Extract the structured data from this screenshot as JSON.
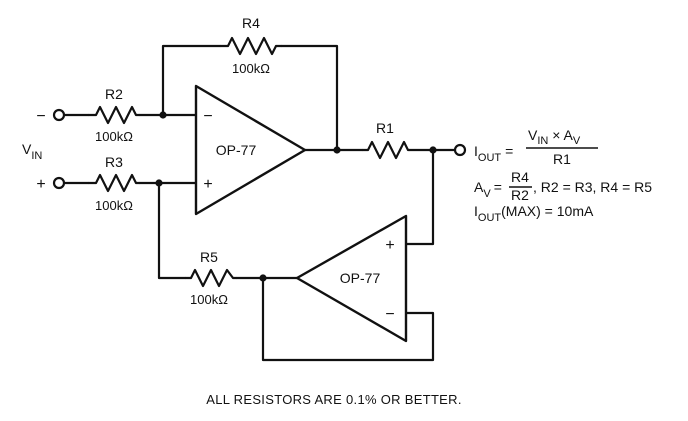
{
  "resistors": {
    "r4": {
      "name": "R4",
      "value": "100kΩ"
    },
    "r2": {
      "name": "R2",
      "value": "100kΩ"
    },
    "r3": {
      "name": "R3",
      "value": "100kΩ"
    },
    "r1": {
      "name": "R1"
    },
    "r5": {
      "name": "R5",
      "value": "100kΩ"
    }
  },
  "opamps": {
    "upper": {
      "label": "OP-77",
      "inv": "−",
      "noninv": "+"
    },
    "lower": {
      "label": "OP-77",
      "noninv": "+",
      "inv": "−"
    }
  },
  "inputs": {
    "v_main": "V",
    "v_sub": "IN",
    "minus": "−",
    "plus": "+"
  },
  "equations": {
    "iout_main": "I",
    "iout_sub": "OUT",
    "equals": "=",
    "num_v": "V",
    "num_v_sub": "IN",
    "num_times": " × A",
    "num_av_sub": "V",
    "den": "R1",
    "av_main": "A",
    "av_sub": "V",
    "av_equals": "=",
    "av_num": "R4",
    "av_den": "R2",
    "av_tail": ", R2 = R3, R4 = R5",
    "imax_main": "I",
    "imax_sub": "OUT",
    "imax_tail": "(MAX) = 10mA"
  },
  "footnote": "ALL RESISTORS ARE 0.1% OR BETTER."
}
